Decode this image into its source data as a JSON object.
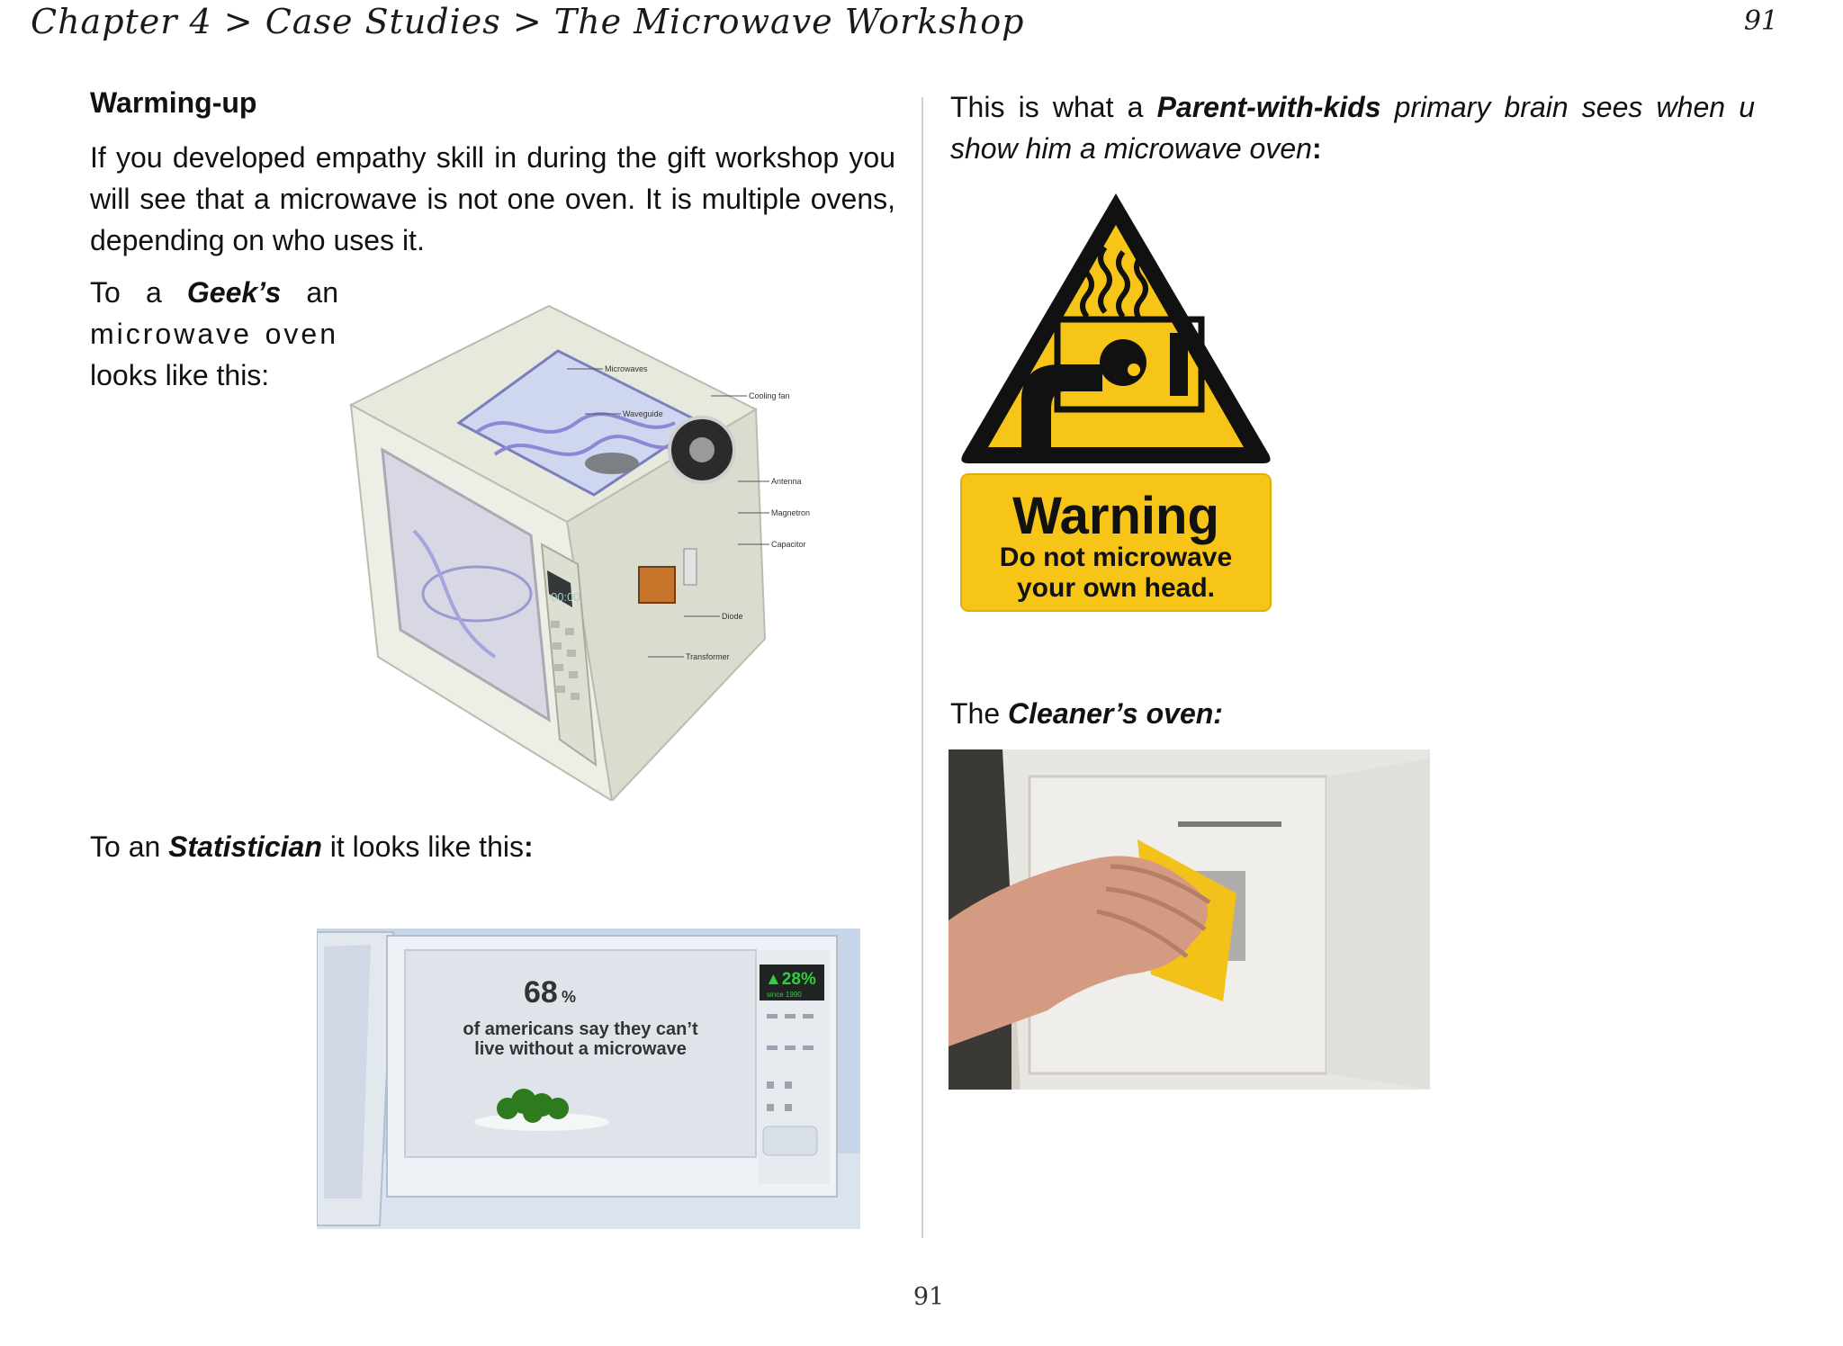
{
  "header": {
    "breadcrumb": "Chapter 4 > Case Studies > The Microwave Workshop",
    "page": "91"
  },
  "left": {
    "heading": "Warming-up",
    "intro": "If you developed empathy skill in during the gift workshop you will see that a microwave is not one oven. It is multiple ovens, depending on who uses it.",
    "geek": {
      "pre": "To a",
      "emph": "Geek’s",
      "post": "an",
      "line2": "microwave oven",
      "line3": "looks like this:"
    },
    "geek_figure": {
      "display": "00:00",
      "callouts": [
        "Microwaves",
        "Cooling fan",
        "Waveguide",
        "Antenna",
        "Magnetron",
        "Capacitor",
        "Diode",
        "Transformer"
      ]
    },
    "statistician": {
      "pre": "To an",
      "emph": "Statistician",
      "post": "it looks like this",
      "colon": ":"
    },
    "stat_figure": {
      "big_value": "68",
      "big_unit": "%",
      "caption_line1": "of americans say they can’t",
      "caption_line2": "live without a microwave",
      "side_value": "▲28%",
      "side_sub": "since 1990"
    }
  },
  "right": {
    "parent": {
      "pre": "This is what a",
      "emph": "Parent-with-kids",
      "italic": "primary brain sees when u show him a microwave oven",
      "colon": ":"
    },
    "sign": {
      "title": "Warning",
      "line1": "Do not microwave",
      "line2": "your own head."
    },
    "cleaner": {
      "pre": "The",
      "emph": "Cleaner’s oven:"
    }
  },
  "footer": {
    "page_number": "91"
  },
  "colors": {
    "text": "#111111",
    "divider": "#cfcfcf",
    "warning_yellow": "#f7c518",
    "sponge": "#f2c21a",
    "oven_body": "#e6e8dc",
    "screen_green": "#2ecf3c"
  }
}
